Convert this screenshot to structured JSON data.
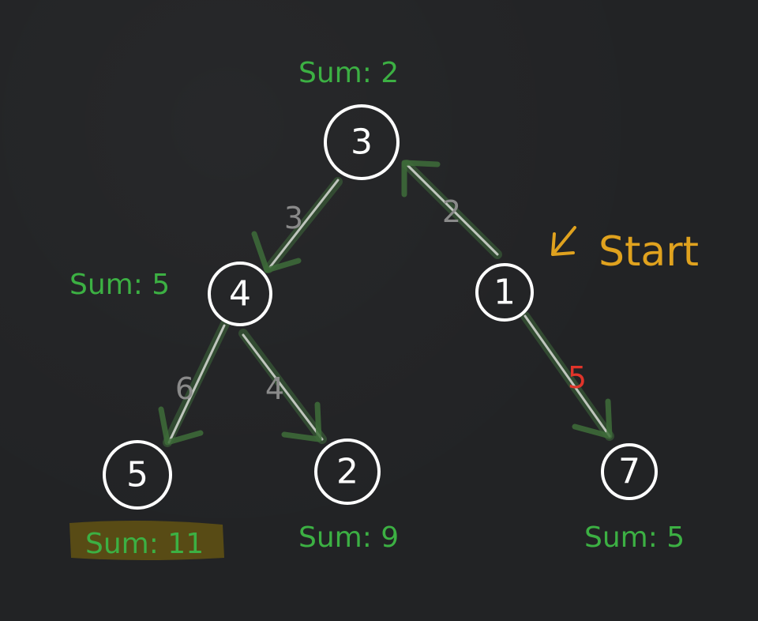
{
  "colors": {
    "node": "#ffffff",
    "edge_weight": "#8a8a8a",
    "highlight_weight": "#e0342a",
    "sum": "#3cb043",
    "start": "#e0a21e",
    "highlight_bg": "#6b5a10"
  },
  "nodes": [
    {
      "id": "n3",
      "label": "3",
      "sum": "Sum: 2"
    },
    {
      "id": "n4",
      "label": "4",
      "sum": "Sum: 5"
    },
    {
      "id": "n1",
      "label": "1",
      "sum": ""
    },
    {
      "id": "n5",
      "label": "5",
      "sum": "Sum: 11"
    },
    {
      "id": "n2",
      "label": "2",
      "sum": "Sum: 9"
    },
    {
      "id": "n7",
      "label": "7",
      "sum": "Sum: 5"
    }
  ],
  "edges": [
    {
      "from": "n3",
      "to": "n4",
      "weight": "3"
    },
    {
      "from": "n1",
      "to": "n3",
      "weight": "2"
    },
    {
      "from": "n4",
      "to": "n5",
      "weight": "6"
    },
    {
      "from": "n4",
      "to": "n2",
      "weight": "4"
    },
    {
      "from": "n1",
      "to": "n7",
      "weight": "5"
    }
  ],
  "start_label": "Start",
  "start_arrow_icon": "arrow-down-left-icon"
}
